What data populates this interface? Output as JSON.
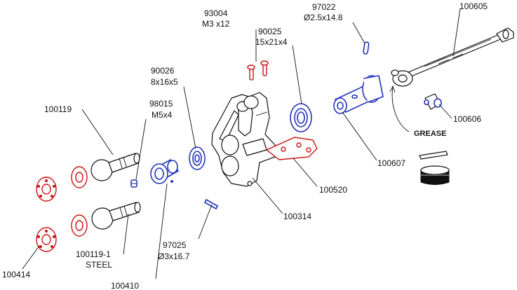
{
  "colors": {
    "bearing_blue": "#2233bb",
    "steel_red": "#cc1111",
    "outline": "#111111"
  },
  "labels": {
    "p93004_num": "93004",
    "p93004_desc": "M3 x12",
    "p97022_num": "97022",
    "p97022_desc": "Ø2.5x14.8",
    "p100605": "100605",
    "p90025_num": "90025",
    "p90025_desc": "15x21x4",
    "p90026_num": "90026",
    "p90026_desc": "8x16x5",
    "p100119": "100119",
    "p98015_num": "98015",
    "p98015_desc": "M5x4",
    "p100606": "100606",
    "grease": "GREASE",
    "p100607": "100607",
    "p100520": "100520",
    "p100314": "100314",
    "p97025_num": "97025",
    "p97025_desc": "Ø3x16.7",
    "p100119_1": "100119-1",
    "steel": "STEEL",
    "p100414": "100414",
    "p100410": "100410"
  }
}
